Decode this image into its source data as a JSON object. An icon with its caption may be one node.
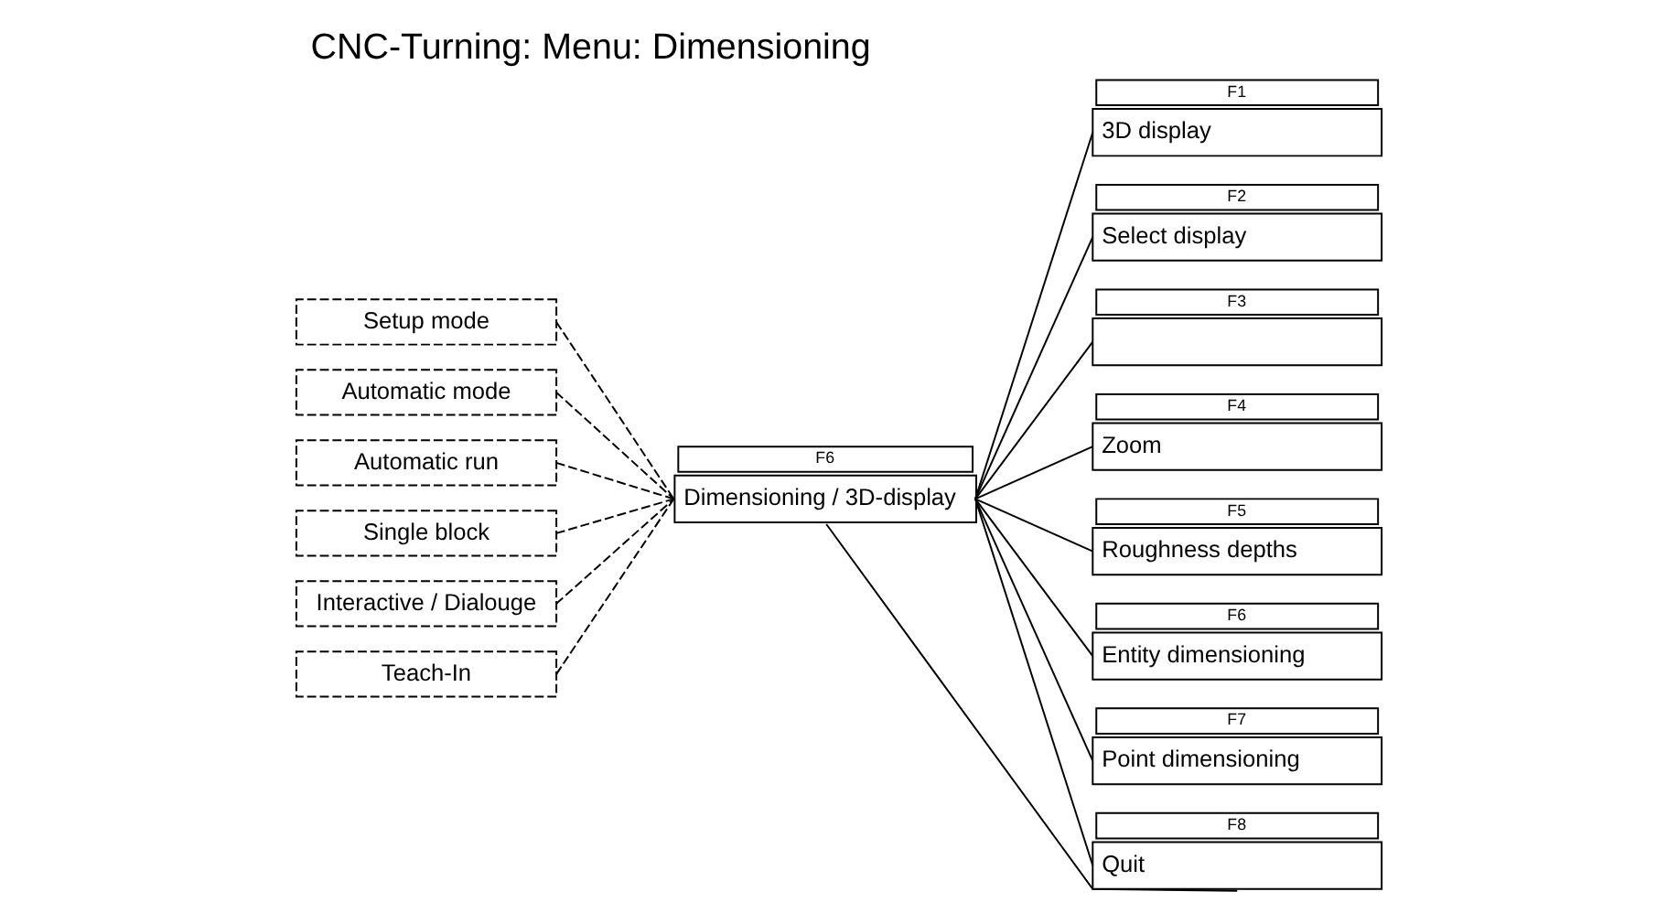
{
  "diagram": {
    "title": "CNC-Turning: Menu: Dimensioning",
    "nodes": [
      {
        "text": [
          "Setup mode"
        ]
      },
      {
        "text": [
          "Automatic mode"
        ]
      },
      {
        "text": [
          "Automatic run"
        ]
      },
      {
        "text": [
          "Single block"
        ]
      },
      {
        "text": [
          "Interactive / Dialouge"
        ]
      },
      {
        "text": [
          "Teach-In"
        ]
      },
      {
        "text": [
          "Dimensioning / 3D-display"
        ],
        "beside": [
          "F6"
        ]
      },
      {
        "text": [
          "3D display"
        ],
        "beside": [
          "F1"
        ]
      },
      {
        "text": [
          "Select display"
        ],
        "beside": [
          "F2"
        ]
      },
      {
        "text": [],
        "shape": "box",
        "beside": [
          "F3"
        ]
      },
      {
        "text": [
          "Zoom"
        ],
        "beside": [
          "F4"
        ]
      },
      {
        "text": [
          "Roughness depths"
        ],
        "beside": [
          "F5"
        ]
      },
      {
        "text": [
          "Entity dimensioning"
        ],
        "beside": [
          "F6"
        ]
      },
      {
        "text": [
          "Point dimensioning"
        ],
        "beside": [
          "F7"
        ]
      },
      {
        "text": [
          "Quit"
        ],
        "beside": [
          "F8"
        ]
      }
    ],
    "edges": [
      {
        "from": 0,
        "to": 6,
        "arrow": "none",
        "style": "dashed"
      },
      {
        "from": 1,
        "to": 6,
        "arrow": "none",
        "style": "dashed"
      },
      {
        "from": 2,
        "to": 6,
        "arrow": "none",
        "style": "dashed"
      },
      {
        "from": 3,
        "to": 6,
        "arrow": "none",
        "style": "dashed"
      },
      {
        "from": 4,
        "to": 6,
        "arrow": "none",
        "style": "dashed"
      },
      {
        "from": 5,
        "to": 6,
        "arrow": "none",
        "style": "dashed"
      },
      {
        "from": 6,
        "to": 7,
        "arrow": "none"
      },
      {
        "from": 6,
        "to": 8,
        "arrow": "none"
      },
      {
        "from": 6,
        "to": 9,
        "arrow": "none"
      },
      {
        "from": 6,
        "to": 10,
        "arrow": "none"
      },
      {
        "from": 6,
        "to": 11,
        "arrow": "none"
      },
      {
        "from": 6,
        "to": 12,
        "arrow": "none"
      },
      {
        "from": 6,
        "to": 13,
        "arrow": "none"
      },
      {
        "from": 6,
        "to": 14,
        "arrow": "none"
      },
      {
        "from": 14,
        "to": 6,
        "arrow": "none"
      }
    ]
  }
}
